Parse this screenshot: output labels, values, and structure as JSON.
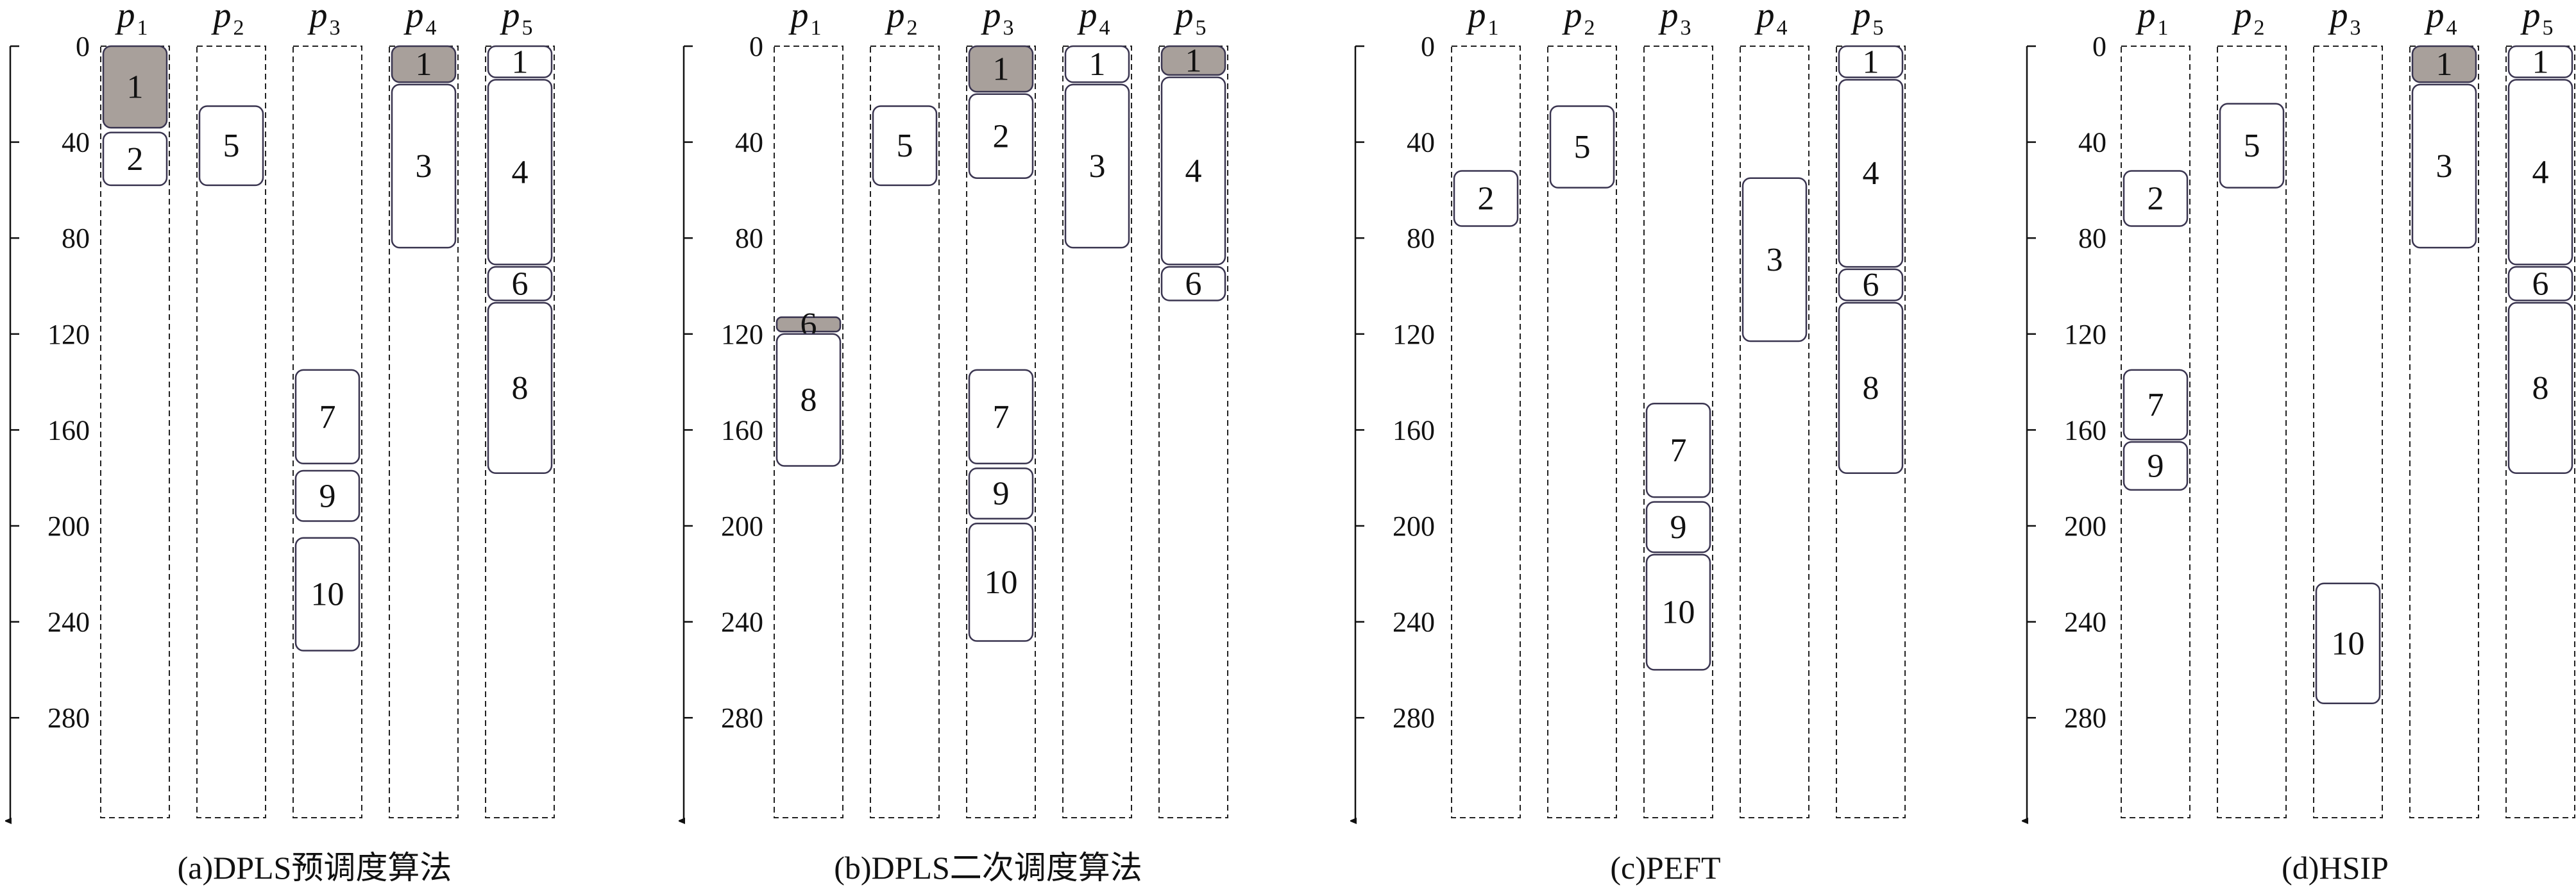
{
  "y_axis_ticks": [
    "0",
    "40",
    "80",
    "120",
    "160",
    "200",
    "240",
    "280"
  ],
  "processors": [
    {
      "letter": "p",
      "sub": "1"
    },
    {
      "letter": "p",
      "sub": "2"
    },
    {
      "letter": "p",
      "sub": "3"
    },
    {
      "letter": "p",
      "sub": "4"
    },
    {
      "letter": "p",
      "sub": "5"
    }
  ],
  "colors": {
    "duplicate_task_fill": "#a8a09b",
    "task_fill": "#ffffff",
    "task_stroke": "#3a3550"
  },
  "panels": [
    {
      "caption": "(a)DPLS预调度算法",
      "processors": [
        "p1",
        "p2",
        "p3",
        "p4",
        "p5"
      ],
      "tasks": [
        {
          "label": "1",
          "proc": 0,
          "start": 0,
          "end": 34,
          "shaded": true
        },
        {
          "label": "2",
          "proc": 0,
          "start": 36,
          "end": 58,
          "shaded": false
        },
        {
          "label": "5",
          "proc": 1,
          "start": 25,
          "end": 58,
          "shaded": false
        },
        {
          "label": "7",
          "proc": 2,
          "start": 135,
          "end": 174,
          "shaded": false
        },
        {
          "label": "9",
          "proc": 2,
          "start": 177,
          "end": 198,
          "shaded": false
        },
        {
          "label": "10",
          "proc": 2,
          "start": 205,
          "end": 252,
          "shaded": false
        },
        {
          "label": "1",
          "proc": 3,
          "start": 0,
          "end": 15,
          "shaded": true
        },
        {
          "label": "3",
          "proc": 3,
          "start": 16,
          "end": 84,
          "shaded": false
        },
        {
          "label": "1",
          "proc": 4,
          "start": 0,
          "end": 13,
          "shaded": false
        },
        {
          "label": "4",
          "proc": 4,
          "start": 14,
          "end": 91,
          "shaded": false
        },
        {
          "label": "6",
          "proc": 4,
          "start": 92,
          "end": 106,
          "shaded": false
        },
        {
          "label": "8",
          "proc": 4,
          "start": 107,
          "end": 178,
          "shaded": false
        }
      ]
    },
    {
      "caption": "(b)DPLS二次调度算法",
      "processors": [
        "p1",
        "p2",
        "p3",
        "p4",
        "p5"
      ],
      "tasks": [
        {
          "label": "6",
          "proc": 0,
          "start": 113,
          "end": 119,
          "shaded": true
        },
        {
          "label": "8",
          "proc": 0,
          "start": 120,
          "end": 175,
          "shaded": false
        },
        {
          "label": "5",
          "proc": 1,
          "start": 25,
          "end": 58,
          "shaded": false
        },
        {
          "label": "1",
          "proc": 2,
          "start": 0,
          "end": 19,
          "shaded": true
        },
        {
          "label": "2",
          "proc": 2,
          "start": 20,
          "end": 55,
          "shaded": false
        },
        {
          "label": "7",
          "proc": 2,
          "start": 135,
          "end": 174,
          "shaded": false
        },
        {
          "label": "9",
          "proc": 2,
          "start": 176,
          "end": 197,
          "shaded": false
        },
        {
          "label": "10",
          "proc": 2,
          "start": 199,
          "end": 248,
          "shaded": false
        },
        {
          "label": "1",
          "proc": 3,
          "start": 0,
          "end": 15,
          "shaded": false
        },
        {
          "label": "3",
          "proc": 3,
          "start": 16,
          "end": 84,
          "shaded": false
        },
        {
          "label": "1",
          "proc": 4,
          "start": 0,
          "end": 12,
          "shaded": true
        },
        {
          "label": "4",
          "proc": 4,
          "start": 13,
          "end": 91,
          "shaded": false
        },
        {
          "label": "6",
          "proc": 4,
          "start": 92,
          "end": 106,
          "shaded": false
        }
      ]
    },
    {
      "caption": "(c)PEFT",
      "processors": [
        "p1",
        "p2",
        "p3",
        "p4",
        "p5"
      ],
      "tasks": [
        {
          "label": "2",
          "proc": 0,
          "start": 52,
          "end": 75,
          "shaded": false
        },
        {
          "label": "5",
          "proc": 1,
          "start": 25,
          "end": 59,
          "shaded": false
        },
        {
          "label": "7",
          "proc": 2,
          "start": 149,
          "end": 188,
          "shaded": false
        },
        {
          "label": "9",
          "proc": 2,
          "start": 190,
          "end": 211,
          "shaded": false
        },
        {
          "label": "10",
          "proc": 2,
          "start": 212,
          "end": 260,
          "shaded": false
        },
        {
          "label": "3",
          "proc": 3,
          "start": 55,
          "end": 123,
          "shaded": false
        },
        {
          "label": "1",
          "proc": 4,
          "start": 0,
          "end": 13,
          "shaded": false
        },
        {
          "label": "4",
          "proc": 4,
          "start": 14,
          "end": 92,
          "shaded": false
        },
        {
          "label": "6",
          "proc": 4,
          "start": 93,
          "end": 106,
          "shaded": false
        },
        {
          "label": "8",
          "proc": 4,
          "start": 107,
          "end": 178,
          "shaded": false
        }
      ]
    },
    {
      "caption": "(d)HSIP",
      "processors": [
        "p1",
        "p2",
        "p3",
        "p4",
        "p5"
      ],
      "tasks": [
        {
          "label": "2",
          "proc": 0,
          "start": 52,
          "end": 75,
          "shaded": false
        },
        {
          "label": "7",
          "proc": 0,
          "start": 135,
          "end": 164,
          "shaded": false
        },
        {
          "label": "9",
          "proc": 0,
          "start": 165,
          "end": 185,
          "shaded": false
        },
        {
          "label": "5",
          "proc": 1,
          "start": 24,
          "end": 59,
          "shaded": false
        },
        {
          "label": "10",
          "proc": 2,
          "start": 224,
          "end": 274,
          "shaded": false
        },
        {
          "label": "1",
          "proc": 3,
          "start": 0,
          "end": 15,
          "shaded": true
        },
        {
          "label": "3",
          "proc": 3,
          "start": 16,
          "end": 84,
          "shaded": false
        },
        {
          "label": "1",
          "proc": 4,
          "start": 0,
          "end": 13,
          "shaded": false
        },
        {
          "label": "4",
          "proc": 4,
          "start": 14,
          "end": 91,
          "shaded": false
        },
        {
          "label": "6",
          "proc": 4,
          "start": 92,
          "end": 106,
          "shaded": false
        },
        {
          "label": "8",
          "proc": 4,
          "start": 107,
          "end": 178,
          "shaded": false
        }
      ]
    }
  ]
}
